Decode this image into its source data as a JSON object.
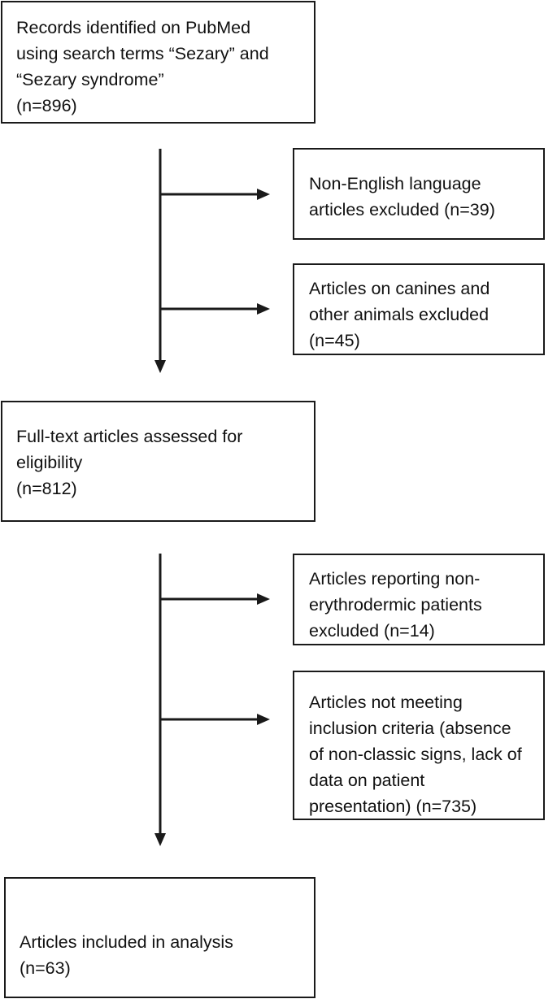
{
  "boxes": {
    "records_identified": {
      "lines": [
        "Records identified on PubMed",
        "using search terms “Sezary” and",
        "“Sezary syndrome”",
        "(n=896)"
      ]
    },
    "excluded_non_english": {
      "lines": [
        "Non-English language",
        "articles excluded (n=39)"
      ]
    },
    "excluded_animals": {
      "lines": [
        "Articles on canines and",
        "other animals excluded",
        "(n=45)"
      ]
    },
    "full_text_assessed": {
      "lines": [
        "Full-text articles assessed for",
        "eligibility",
        "(n=812)"
      ]
    },
    "excluded_non_erythrodermic": {
      "lines": [
        "Articles reporting non-",
        "erythrodermic patients",
        "excluded (n=14)"
      ]
    },
    "excluded_criteria": {
      "lines": [
        "Articles not meeting",
        "inclusion criteria (absence",
        "of non-classic signs, lack of",
        "data on patient",
        "presentation) (n=735)"
      ]
    },
    "included_analysis": {
      "lines": [
        "Articles included in analysis",
        "(n=63)"
      ]
    }
  },
  "colors": {
    "stroke": "#1a1a1a",
    "background": "#ffffff"
  }
}
